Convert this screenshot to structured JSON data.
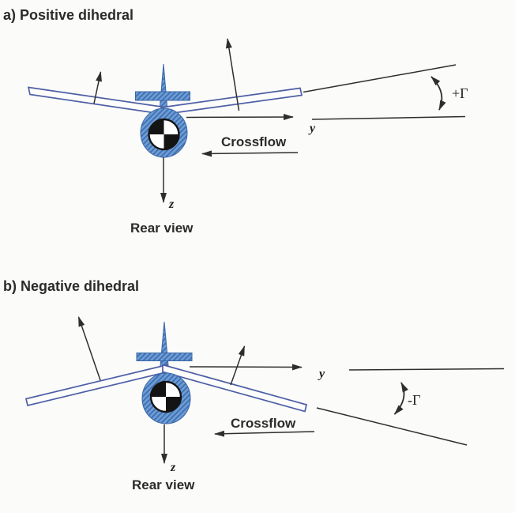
{
  "figure_type": "dihedral-effect-rear-view-diagram",
  "panels": [
    {
      "label": "a) Positive dihedral",
      "gamma_label": "+Γ",
      "y_label": "y",
      "z_label": "z",
      "crossflow_label": "Crossflow",
      "view_label": "Rear view"
    },
    {
      "label": "b) Negative dihedral",
      "gamma_label": "-Γ",
      "y_label": "y",
      "z_label": "z",
      "crossflow_label": "Crossflow",
      "view_label": "Rear view"
    }
  ],
  "colors": {
    "page_bg": "#fbfbf9",
    "line": "#2e2e2e",
    "text": "#2b2b2b",
    "aircraft_base": "#6f9dd3",
    "aircraft_hatch": "#3d6fb3",
    "aircraft_edge": "#3a66a8",
    "wing_outline": "#4d5fa5",
    "wing_fill": "#fdfdfc",
    "cg_dark": "#141414"
  }
}
